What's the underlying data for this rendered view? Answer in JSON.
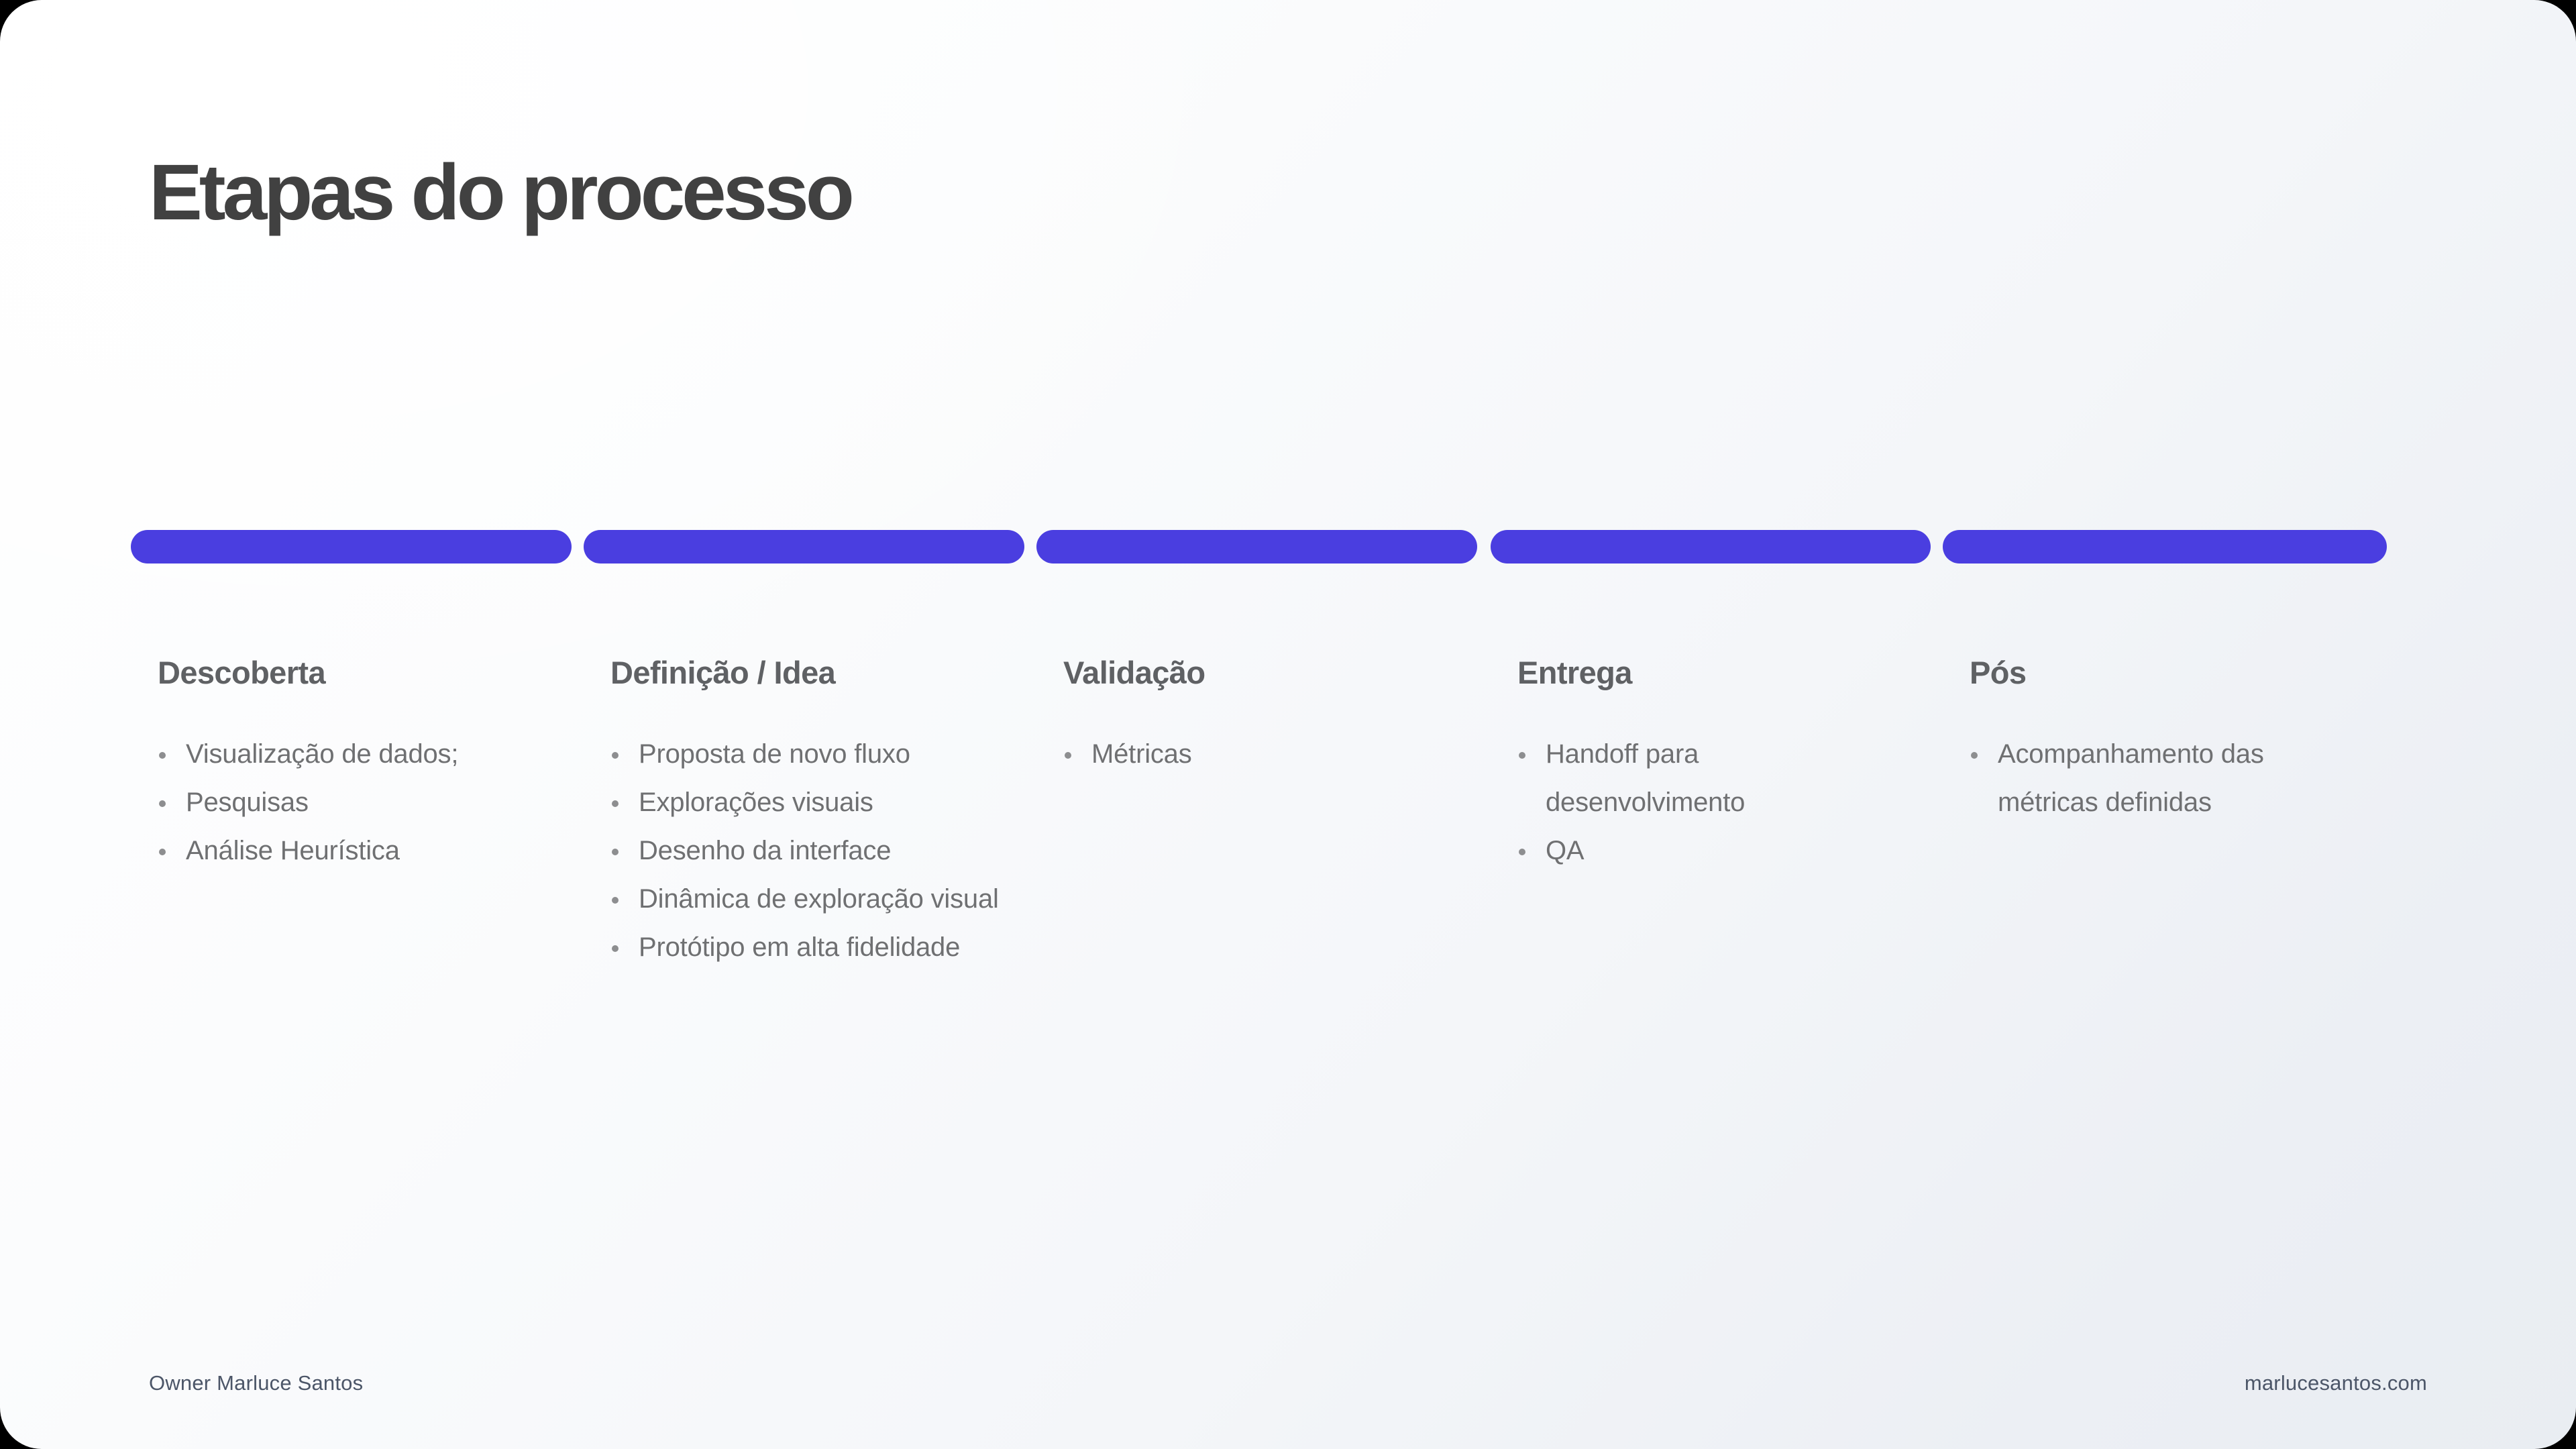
{
  "slide": {
    "title": "Etapas do processo",
    "accent_color": "#4a3ee0",
    "title_color": "#414141",
    "heading_color": "#5f6164",
    "body_color": "#6f7072",
    "footer_color": "#4c5668"
  },
  "stages": [
    {
      "name": "Descoberta",
      "items": [
        "Visualização de dados;",
        "Pesquisas",
        "Análise Heurística"
      ]
    },
    {
      "name": "Definição / Idea",
      "items": [
        "Proposta de novo fluxo",
        "Explorações visuais",
        "Desenho da interface",
        "Dinâmica de exploração visual",
        "Protótipo em alta fidelidade"
      ]
    },
    {
      "name": "Validação",
      "items": [
        "Métricas"
      ]
    },
    {
      "name": "Entrega",
      "items": [
        "Handoff para desenvolvimento",
        "QA"
      ]
    },
    {
      "name": "Pós",
      "items": [
        "Acompanhamento das métricas definidas"
      ]
    }
  ],
  "footer": {
    "owner": "Owner Marluce Santos",
    "website": "marlucesantos.com"
  }
}
